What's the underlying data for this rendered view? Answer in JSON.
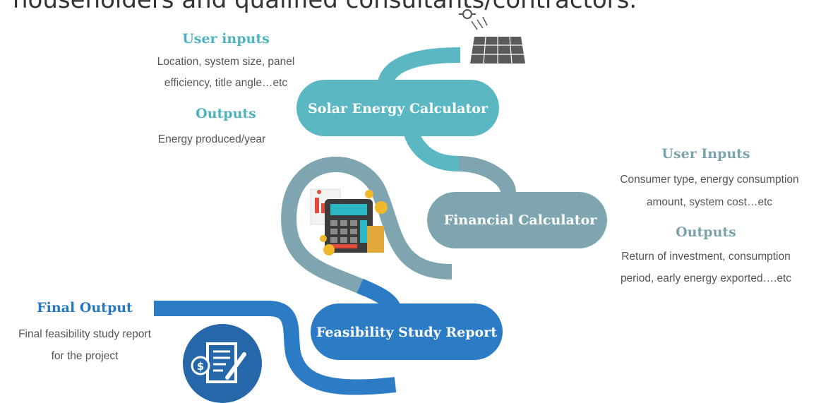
{
  "header": {
    "intro_text": "householders and qualified consultants/contractors."
  },
  "colors": {
    "teal": "#5bb8c2",
    "slate": "#7fa6b0",
    "blue": "#2c7cc5",
    "dark_blue": "#2567a8",
    "text": "#555555"
  },
  "solar": {
    "pill_label": "Solar Energy Calculator",
    "inputs_heading": "User inputs",
    "inputs_line1": "Location, system size, panel",
    "inputs_line2": "efficiency, title angle…etc",
    "outputs_heading": "Outputs",
    "outputs_line1": "Energy produced/year",
    "icon": "solar-panel-icon"
  },
  "financial": {
    "pill_label": "Financial  Calculator",
    "inputs_heading": "User Inputs",
    "inputs_line1": "Consumer type, energy consumption",
    "inputs_line2": "amount, system cost…etc",
    "outputs_heading": "Outputs",
    "outputs_line1": "Return of investment, consumption",
    "outputs_line2": "period, early energy exported….etc",
    "icon": "calculator-icon"
  },
  "feasibility": {
    "pill_label": "Feasibility  Study Report",
    "final_heading": "Final Output",
    "final_line1": "Final feasibility study report",
    "final_line2": "for the project",
    "icon": "report-document-icon"
  }
}
